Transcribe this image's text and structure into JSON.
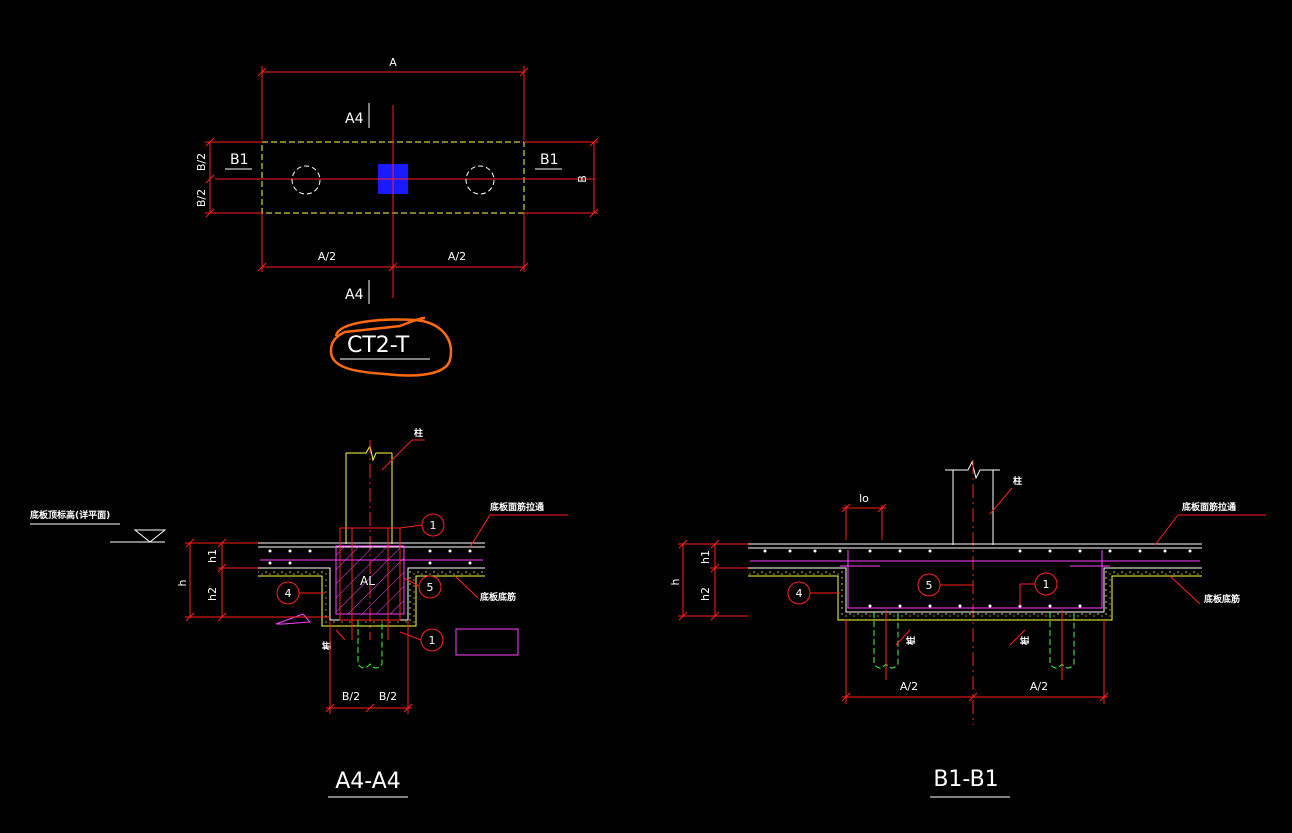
{
  "plan": {
    "dim_A": "A",
    "dim_B": "B",
    "dim_B_half_top": "B/2",
    "dim_B_half_bottom": "B/2",
    "dim_A_half_left": "A/2",
    "dim_A_half_right": "A/2",
    "section_mark_top": "A4",
    "section_mark_bottom": "A4",
    "section_mark_left": "B1",
    "section_mark_right": "B1",
    "label": "CT2-T",
    "colors": {
      "column": "#1a1aff",
      "highlight": "#ff6a10",
      "outline": "#ffff40",
      "dim": "#ff2020"
    }
  },
  "section_a": {
    "title": "A4-A4",
    "elev_label": "底板顶标高(详平面)",
    "column_label": "柱",
    "top_rebar_note": "底板面筋拉通",
    "bottom_rebar_note": "底板底筋",
    "pile_label": "桩",
    "dim_h": "h",
    "dim_h1": "h1",
    "dim_h2": "h2",
    "dim_b_left": "B/2",
    "dim_b_right": "B/2",
    "hatch_label": "AL",
    "callout_1_top": "1",
    "callout_5": "5",
    "callout_4": "4",
    "callout_1_bottom": "1"
  },
  "section_b": {
    "title": "B1-B1",
    "column_label": "柱",
    "lap_label": "lo",
    "top_rebar_note": "底板面筋拉通",
    "bottom_rebar_note": "底板底筋",
    "pile_label_left": "桩",
    "pile_label_right": "桩",
    "dim_h": "h",
    "dim_h1": "h1",
    "dim_h2": "h2",
    "dim_a_left": "A/2",
    "dim_a_right": "A/2",
    "callout_4": "4",
    "callout_5": "5",
    "callout_1": "1"
  }
}
